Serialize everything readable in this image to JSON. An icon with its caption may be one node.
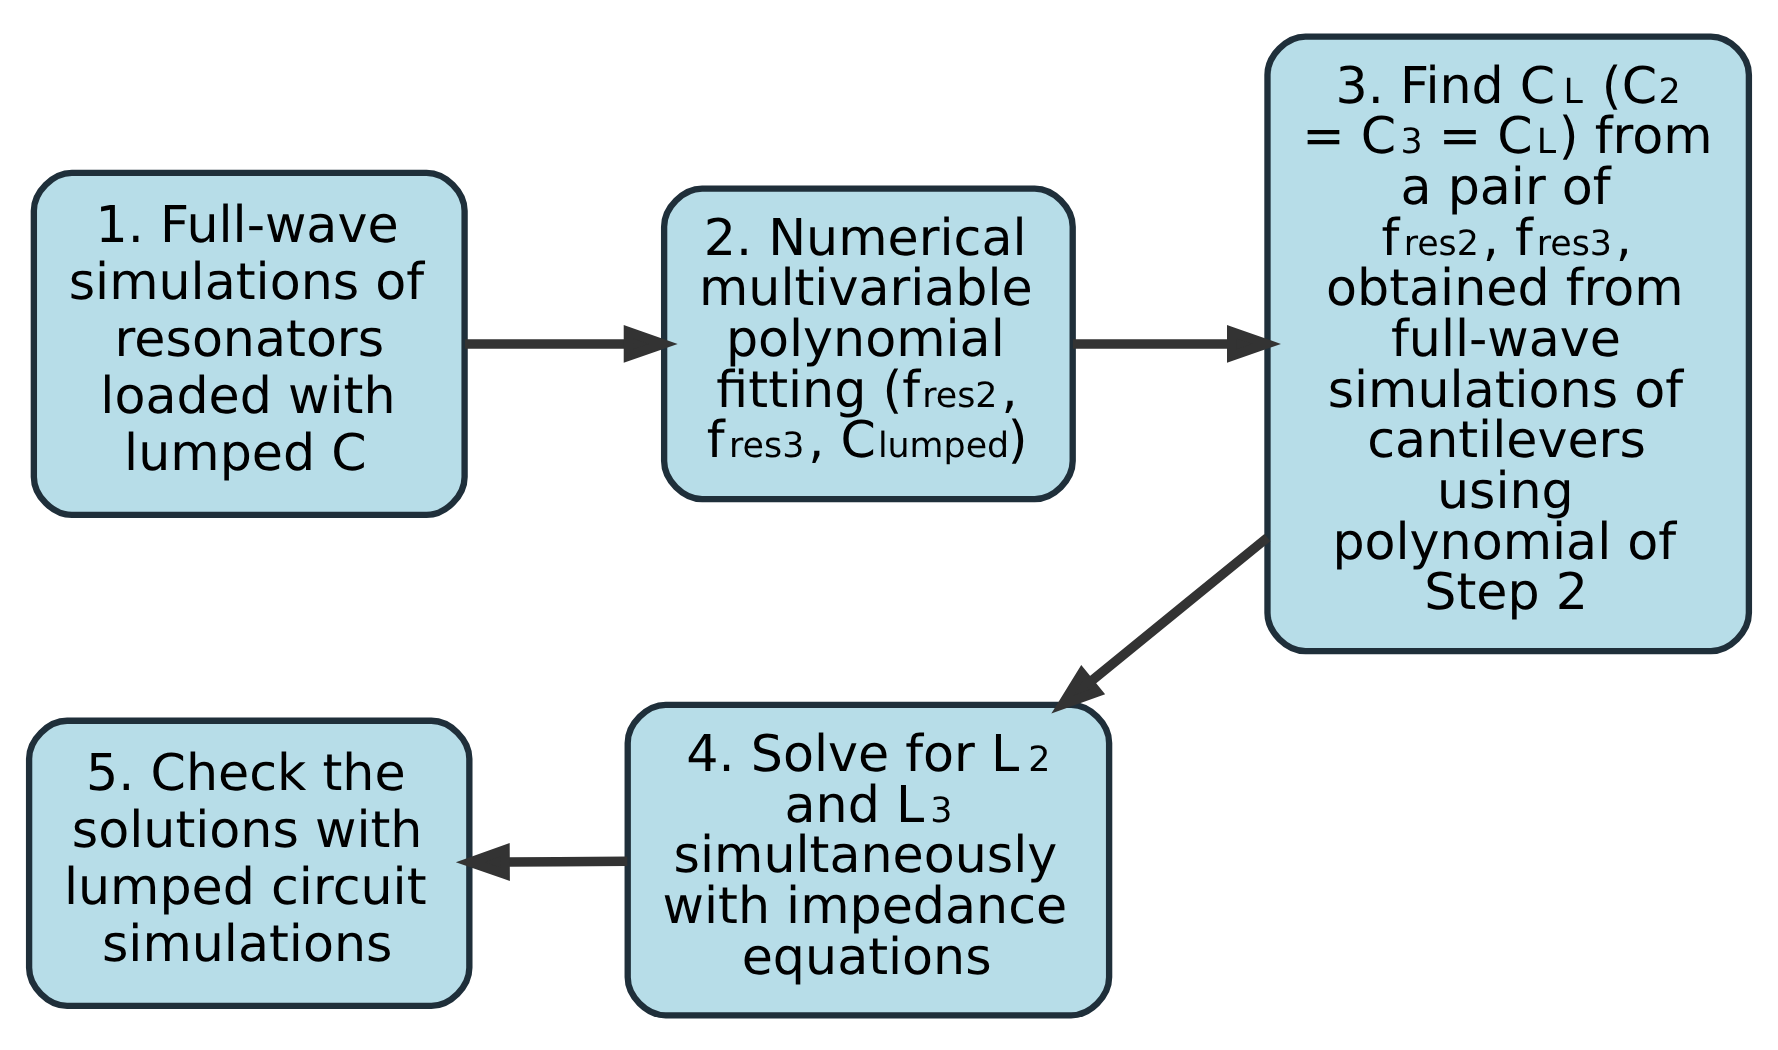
{
  "diagram": {
    "nodes": [
      {
        "text": [
          "1. Full-wave simulations of resonators loaded with lumped C"
        ]
      },
      {
        "text": [
          "2. Numerical multivariable polynomial fitting (f$_{res2}$, f$_{res3}$, C$_{lumped}$)"
        ]
      },
      {
        "text": [
          "3. Find C$_{L}$ (C$_{2}$ = C$_{3}$ = C$_{L}$) from a pair of f$_{res2}$, f$_{res3}$, obtained from full-wave simulations of cantilevers using polynomial of Step 2"
        ]
      },
      {
        "text": [
          "4. Solve for L$_{2}$ and L$_{3}$ simultaneously with impedance equations"
        ]
      },
      {
        "text": [
          "5. Check the solutions with lumped circuit simulations"
        ]
      }
    ],
    "edges": [
      {
        "from": 0,
        "to": 1,
        "arrow": "to"
      },
      {
        "from": 1,
        "to": 2,
        "arrow": "to"
      },
      {
        "from": 2,
        "to": 3,
        "arrow": "to"
      },
      {
        "from": 3,
        "to": 4,
        "arrow": "to"
      }
    ]
  }
}
